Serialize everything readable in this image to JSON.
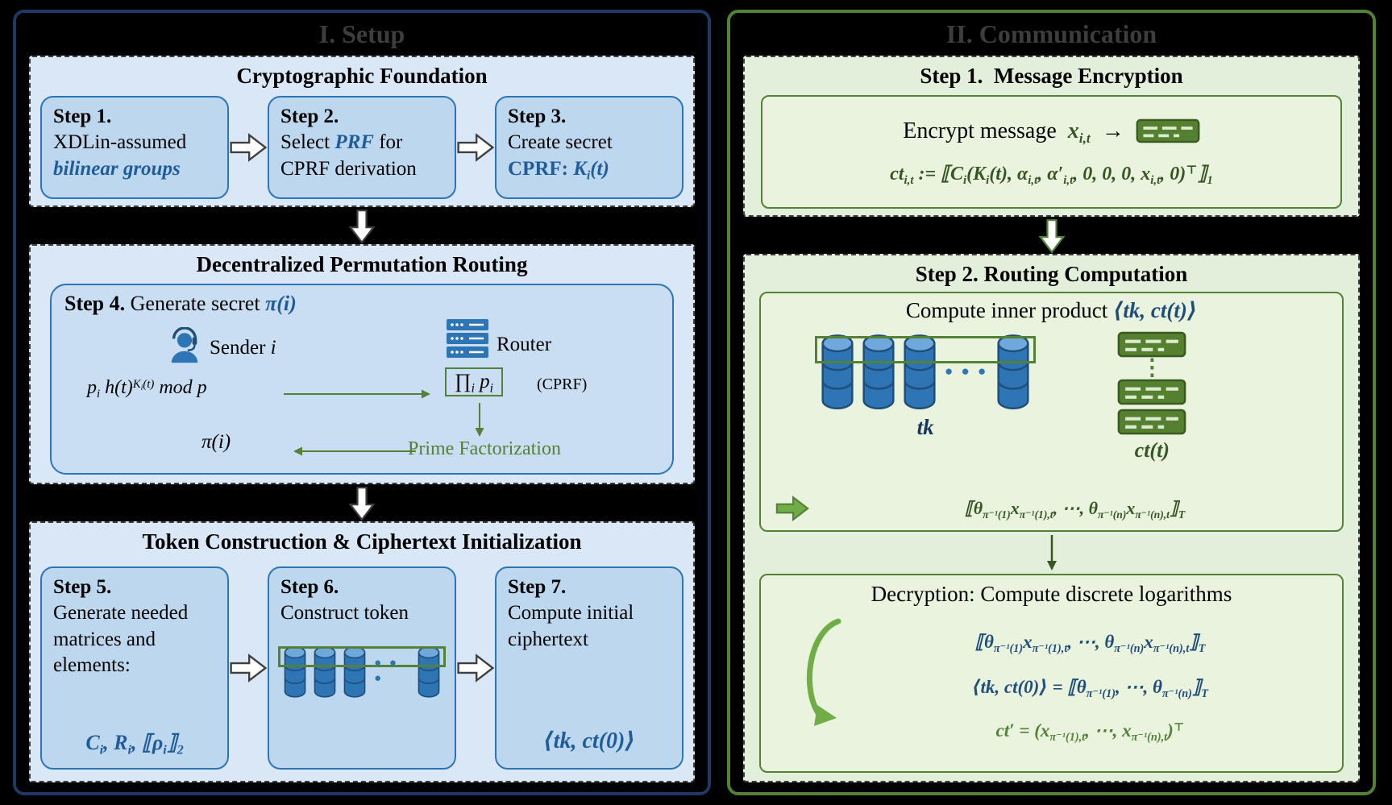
{
  "colors": {
    "setup_panel_border": "#1F3864",
    "setup_section_bg": "#D9E7F6",
    "setup_box_bg": "#BDD7EE",
    "setup_box_border": "#2E75B6",
    "accent_blue": "#1F5C99",
    "formula_navy": "#1F4E79",
    "comm_panel_border": "#538135",
    "comm_section_bg": "#E2EFDA",
    "formula_green": "#375623",
    "arrow_green": "#70AD47",
    "background": "#000000"
  },
  "setup": {
    "title": "I. Setup",
    "foundation": {
      "title": "Cryptographic Foundation",
      "s1": {
        "label": "Step 1.",
        "line1": "XDLin-assumed",
        "line2": "bilinear groups"
      },
      "s2": {
        "label": "Step 2.",
        "pre": "Select",
        "prf": "PRF",
        "mid": "for",
        "line2": "CPRF derivation"
      },
      "s3": {
        "label": "Step 3.",
        "line1": "Create secret",
        "cprf": "CPRF: ",
        "formula": "K_{i}(t)"
      }
    },
    "routing": {
      "title": "Decentralized Permutation Routing",
      "step_label": "Step 4.",
      "step_text": "Generate secret",
      "step_formula": "π(i)",
      "sender_pre": "Sender",
      "sender_var": "i",
      "router_label": "Router",
      "send_formula": "p_{i} h(t)^{K_{i}(t)} mod p",
      "product": "∏_{i}  p_{i}",
      "cprf_note": "(CPRF)",
      "prime_label": "Prime Factorization",
      "pi_out": "π(i)"
    },
    "token": {
      "title": "Token Construction & Ciphertext Initialization",
      "s5": {
        "label": "Step 5.",
        "line1": "Generate needed",
        "line2": "matrices and",
        "line3": "elements:",
        "formula": "C_{i}, R_{i}, ⟦ρ_{i}⟧_{2}"
      },
      "s6": {
        "label": "Step 6.",
        "line1": "Construct token",
        "dots": "● ● ●"
      },
      "s7": {
        "label": "Step 7.",
        "line1": "Compute initial",
        "line2": "ciphertext",
        "formula": "⟨tk, ct(0)⟩"
      }
    }
  },
  "comm": {
    "title": "II. Communication",
    "enc": {
      "title": "Step 1.  Message Encryption",
      "pre": "Encrypt message",
      "var": "x_{i,t}",
      "arrow": "→",
      "formula": "ct_{i,t} := ⟦C_{i}(K_{i}(t), α_{i,t}, α′_{i,t}, 0, 0, 0, x_{i,t}, 0)^{⊤}⟧_{1}"
    },
    "routing": {
      "title": "Step 2. Routing Computation",
      "ip": {
        "pre": "Compute inner product",
        "formula": "⟨tk, ct(t)⟩",
        "tk_dots": "● ● ●",
        "tk": "tk",
        "vdots": "⋮",
        "ct": "ct(t)",
        "result": "⟦θ_{π⁻¹(1)}x_{π⁻¹(1),t}, ⋯, θ_{π⁻¹(n)}x_{π⁻¹(n),t}⟧_{T}"
      },
      "dec": {
        "title": "Decryption: Compute discrete logarithms",
        "line1": "⟦θ_{π⁻¹(1)}x_{π⁻¹(1),t}, ⋯, θ_{π⁻¹(n)}x_{π⁻¹(n),t}⟧_{T}",
        "line2": "⟨tk, ct(0)⟩ = ⟦θ_{π⁻¹(1)}, ⋯, θ_{π⁻¹(n)}⟧_{T}",
        "line3": "ct′ = (x_{π⁻¹(1),t}, ⋯, x_{π⁻¹(n),t})^{⊤}"
      }
    }
  }
}
